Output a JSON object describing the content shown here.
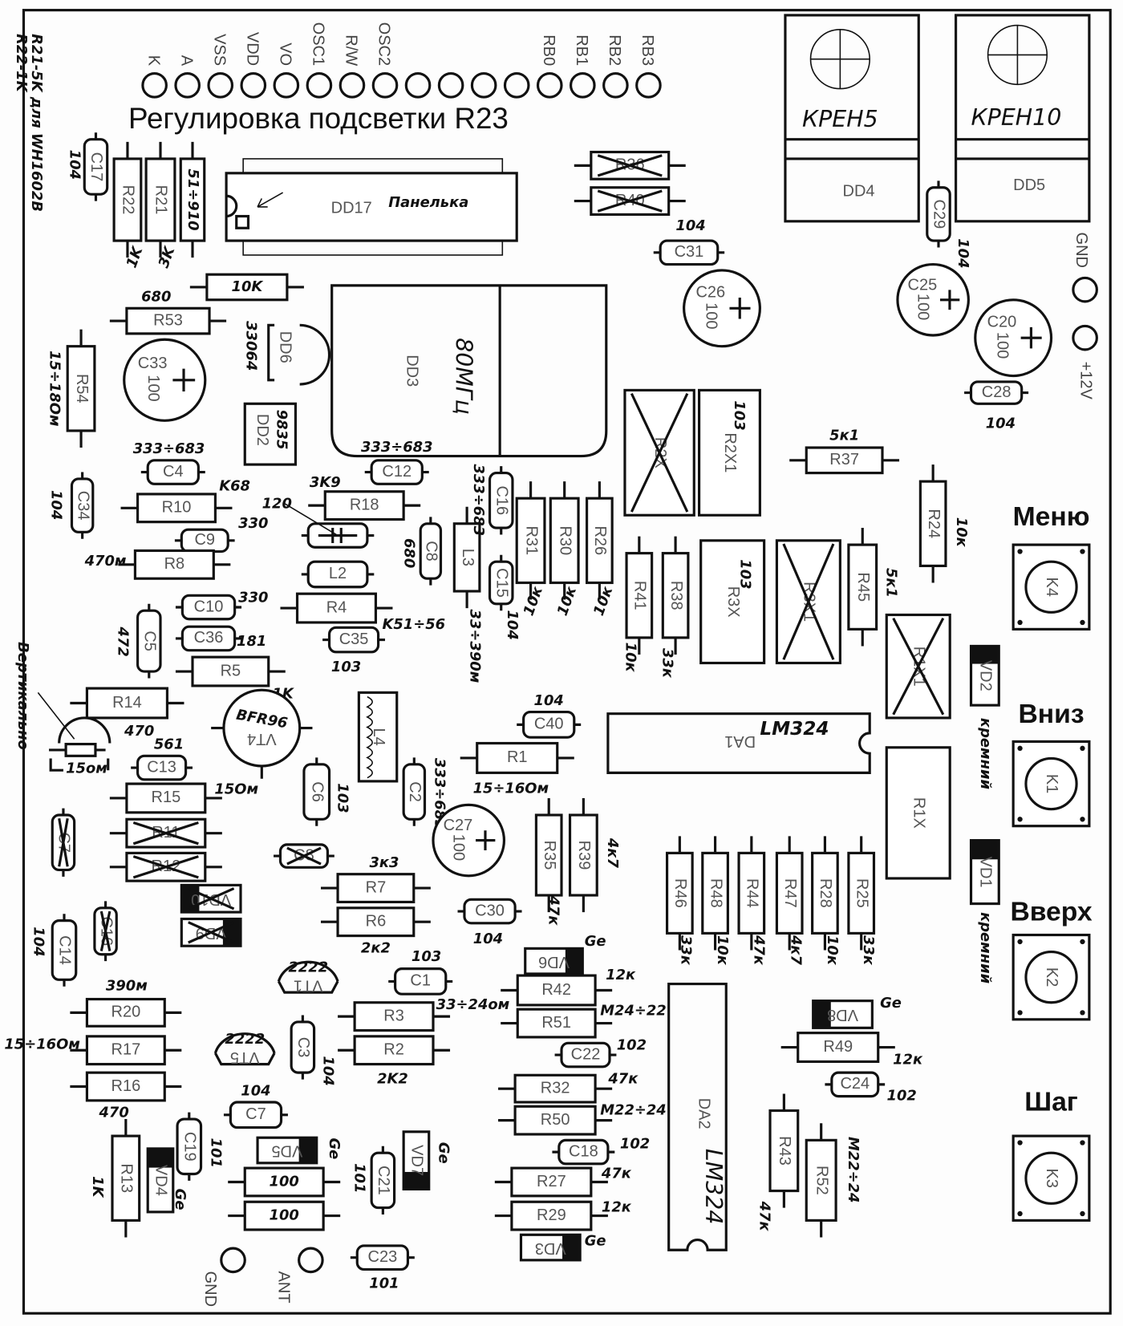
{
  "title": "Регулировка подсветки R23",
  "note_lines": [
    "R21-5K для WH1602B",
    "R22-1K"
  ],
  "header_pins": [
    "K",
    "A",
    "VSS",
    "VDD",
    "VO",
    "OSC1",
    "R/W",
    "OSC2",
    "",
    "",
    "",
    "",
    "RB0",
    "RB1",
    "RB2",
    "RB3"
  ],
  "power_pads": {
    "gnd": "GND",
    "plus12": "+12V"
  },
  "rf_pads": {
    "gnd": "GND",
    "ant": "ANT"
  },
  "chips": {
    "dd17": {
      "ref": "DD17",
      "note": "Панелька"
    },
    "dd3": {
      "ref": "DD3",
      "note": "80МГц"
    },
    "dd2": {
      "ref": "DD2",
      "note": "9835"
    },
    "dd6": {
      "ref": "DD6",
      "note": "33064"
    },
    "dd4": {
      "ref": "DD4",
      "note": "КРЕН5"
    },
    "dd5": {
      "ref": "DD5",
      "note": "КРЕН10"
    },
    "da1": {
      "ref": "DA1",
      "note": "LM324"
    },
    "da2": {
      "ref": "DA2",
      "note": "LM324"
    }
  },
  "buttons": [
    {
      "label": "Меню",
      "ref": "K4"
    },
    {
      "label": "Вниз",
      "ref": "K1"
    },
    {
      "label": "Вверх",
      "ref": "K2"
    },
    {
      "label": "Шаг",
      "ref": "K3"
    }
  ],
  "diode_notes": {
    "vd2": "кремний",
    "vd1": "кремний"
  },
  "trimmer_note": {
    "label": "Вертикально",
    "value": "15ом"
  },
  "components": [
    {
      "ref": "C17",
      "value": "104"
    },
    {
      "ref": "R22",
      "value": "1K"
    },
    {
      "ref": "R21",
      "value": "3K"
    },
    {
      "ref": "",
      "value": "51÷910"
    },
    {
      "ref": "R36",
      "value": "",
      "crossed": true
    },
    {
      "ref": "R40",
      "value": "",
      "crossed": true
    },
    {
      "ref": "C31",
      "value": "104"
    },
    {
      "ref": "C29",
      "value": "104"
    },
    {
      "ref": "C25",
      "value": "100"
    },
    {
      "ref": "C20",
      "value": "100"
    },
    {
      "ref": "C28",
      "value": "104"
    },
    {
      "ref": "C26",
      "value": "100"
    },
    {
      "ref": "",
      "value": "10K"
    },
    {
      "ref": "R53",
      "value": "680"
    },
    {
      "ref": "C33",
      "value": "100"
    },
    {
      "ref": "R54",
      "value": "15÷18Ом"
    },
    {
      "ref": "C4",
      "value": "333÷683"
    },
    {
      "ref": "C12",
      "value": "333÷683"
    },
    {
      "ref": "C34",
      "value": "104"
    },
    {
      "ref": "R10",
      "value": "K68"
    },
    {
      "ref": "R18",
      "value": "3K9"
    },
    {
      "ref": "",
      "value": "120"
    },
    {
      "ref": "C9",
      "value": "330"
    },
    {
      "ref": "R8",
      "value": "470м"
    },
    {
      "ref": "L2",
      "value": ""
    },
    {
      "ref": "C8",
      "value": "680"
    },
    {
      "ref": "L3",
      "value": "33÷390м"
    },
    {
      "ref": "C16",
      "value": "333÷683"
    },
    {
      "ref": "C15",
      "value": "104"
    },
    {
      "ref": "R31",
      "value": "10к"
    },
    {
      "ref": "R30",
      "value": "10к"
    },
    {
      "ref": "R26",
      "value": "10к"
    },
    {
      "ref": "R2X",
      "value": "",
      "crossed": true
    },
    {
      "ref": "R2X1",
      "value": "103"
    },
    {
      "ref": "R37",
      "value": "5к1"
    },
    {
      "ref": "R24",
      "value": "10к"
    },
    {
      "ref": "R41",
      "value": "10к"
    },
    {
      "ref": "R38",
      "value": "33к"
    },
    {
      "ref": "R3X",
      "value": "103"
    },
    {
      "ref": "R3X1",
      "value": "",
      "crossed": true
    },
    {
      "ref": "R45",
      "value": "5к1"
    },
    {
      "ref": "R1X1",
      "value": "",
      "crossed": true
    },
    {
      "ref": "R1X",
      "value": ""
    },
    {
      "ref": "R4",
      "value": "K51÷56"
    },
    {
      "ref": "C10",
      "value": "330"
    },
    {
      "ref": "C36",
      "value": "181"
    },
    {
      "ref": "C5",
      "value": "472"
    },
    {
      "ref": "C35",
      "value": "103"
    },
    {
      "ref": "R5",
      "value": "1K"
    },
    {
      "ref": "L4",
      "value": ""
    },
    {
      "ref": "R14",
      "value": "470"
    },
    {
      "ref": "VT4",
      "value": "BFR96"
    },
    {
      "ref": "C13",
      "value": "561"
    },
    {
      "ref": "C40",
      "value": "104"
    },
    {
      "ref": "R1",
      "value": "15÷16Ом"
    },
    {
      "ref": "C6",
      "value": "103"
    },
    {
      "ref": "C2",
      "value": "333÷683"
    },
    {
      "ref": "R15",
      "value": "15Ом"
    },
    {
      "ref": "R11",
      "value": "",
      "crossed": true
    },
    {
      "ref": "R12",
      "value": "",
      "crossed": true
    },
    {
      "ref": "C7",
      "value": "",
      "crossed": true
    },
    {
      "ref": "C8",
      "value": "",
      "crossed": true
    },
    {
      "ref": "C27",
      "value": "100"
    },
    {
      "ref": "R35",
      "value": "47к"
    },
    {
      "ref": "R39",
      "value": "4к7"
    },
    {
      "ref": "R46",
      "value": "33к"
    },
    {
      "ref": "R48",
      "value": "10к"
    },
    {
      "ref": "R44",
      "value": "47к"
    },
    {
      "ref": "R47",
      "value": "4к7"
    },
    {
      "ref": "R28",
      "value": "10к"
    },
    {
      "ref": "R25",
      "value": "33к"
    },
    {
      "ref": "VD10",
      "value": "",
      "crossed": true
    },
    {
      "ref": "VD9",
      "value": "",
      "crossed": true
    },
    {
      "ref": "R7",
      "value": "3к3"
    },
    {
      "ref": "R6",
      "value": "2к2"
    },
    {
      "ref": "C30",
      "value": "104"
    },
    {
      "ref": "C14",
      "value": "104"
    },
    {
      "ref": "C16",
      "value": "",
      "crossed": true
    },
    {
      "ref": "VT1",
      "value": "2222"
    },
    {
      "ref": "C1",
      "value": "103"
    },
    {
      "ref": "VD6",
      "value": "Ge"
    },
    {
      "ref": "R42",
      "value": "12к"
    },
    {
      "ref": "R51",
      "value": "M24÷22"
    },
    {
      "ref": "R20",
      "value": "390м"
    },
    {
      "ref": "R3",
      "value": "33÷24ом"
    },
    {
      "ref": "R17",
      "value": "15÷16Ом"
    },
    {
      "ref": "R2",
      "value": "2K2"
    },
    {
      "ref": "C3",
      "value": "104"
    },
    {
      "ref": "VT5",
      "value": "2222"
    },
    {
      "ref": "C22",
      "value": "102"
    },
    {
      "ref": "VD8",
      "value": "Ge"
    },
    {
      "ref": "R49",
      "value": "12к"
    },
    {
      "ref": "C24",
      "value": "102"
    },
    {
      "ref": "R16",
      "value": "470"
    },
    {
      "ref": "R32",
      "value": "47к"
    },
    {
      "ref": "R50",
      "value": "M22÷24"
    },
    {
      "ref": "C7",
      "value": "104"
    },
    {
      "ref": "C19",
      "value": "101"
    },
    {
      "ref": "R43",
      "value": "47к"
    },
    {
      "ref": "R52",
      "value": "M22÷24"
    },
    {
      "ref": "C18",
      "value": "102"
    },
    {
      "ref": "R13",
      "value": "1K"
    },
    {
      "ref": "VD4",
      "value": "Ge"
    },
    {
      "ref": "VD5",
      "value": "Ge"
    },
    {
      "ref": "C21",
      "value": "101"
    },
    {
      "ref": "VD7",
      "value": "Ge"
    },
    {
      "ref": "",
      "value": "100"
    },
    {
      "ref": "",
      "value": "100"
    },
    {
      "ref": "R27",
      "value": "47к"
    },
    {
      "ref": "R29",
      "value": "12к"
    },
    {
      "ref": "VD3",
      "value": "Ge"
    },
    {
      "ref": "C23",
      "value": "101"
    },
    {
      "ref": "VD2",
      "value": ""
    },
    {
      "ref": "VD1",
      "value": ""
    }
  ]
}
